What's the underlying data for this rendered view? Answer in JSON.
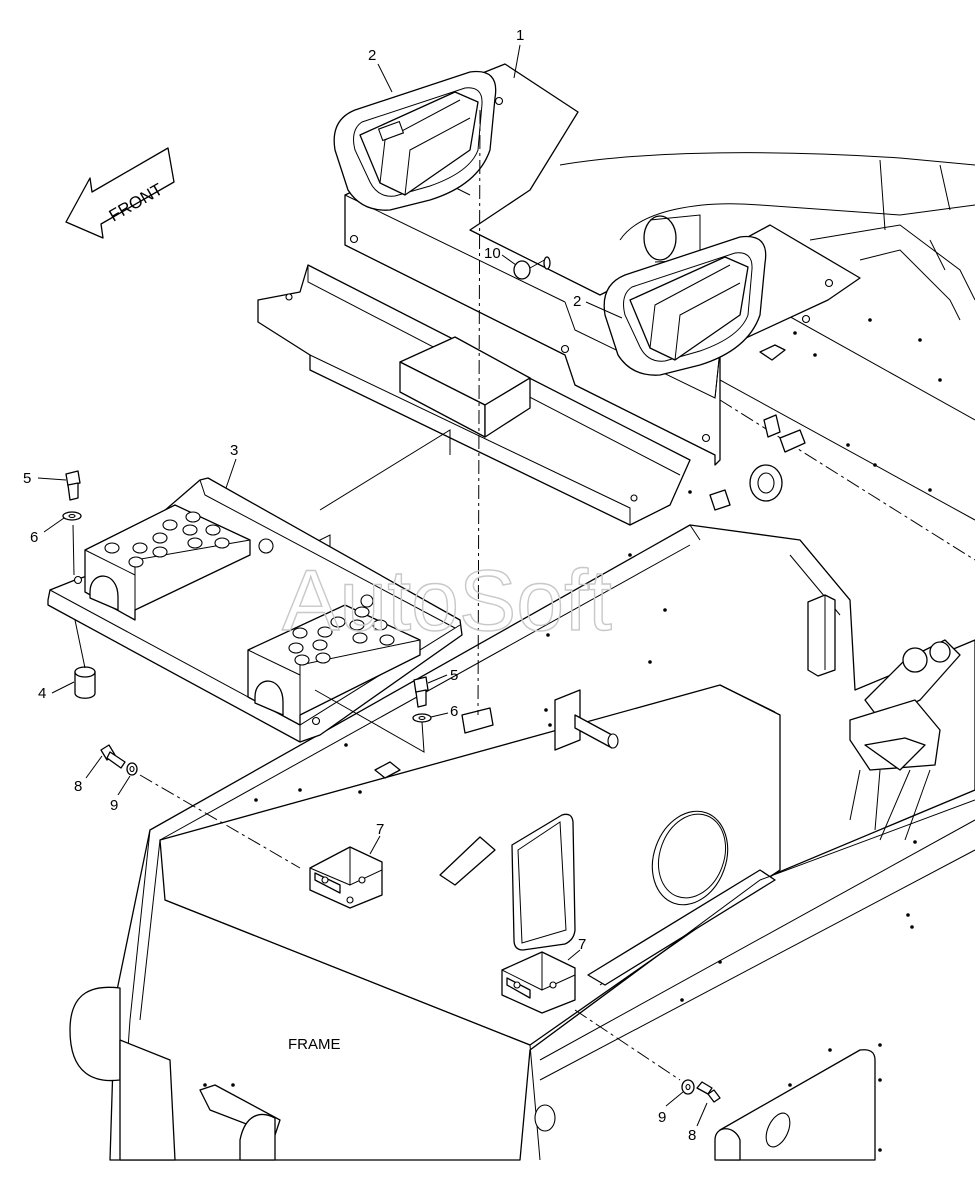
{
  "direction_label": "FRONT",
  "frame_label": "FRAME",
  "watermark": "AutoSoft",
  "callouts": [
    {
      "id": "c1",
      "text": "1"
    },
    {
      "id": "c2a",
      "text": "2"
    },
    {
      "id": "c2b",
      "text": "2"
    },
    {
      "id": "c3",
      "text": "3"
    },
    {
      "id": "c4",
      "text": "4"
    },
    {
      "id": "c5a",
      "text": "5"
    },
    {
      "id": "c5b",
      "text": "5"
    },
    {
      "id": "c6a",
      "text": "6"
    },
    {
      "id": "c6b",
      "text": "6"
    },
    {
      "id": "c7a",
      "text": "7"
    },
    {
      "id": "c7b",
      "text": "7"
    },
    {
      "id": "c8a",
      "text": "8"
    },
    {
      "id": "c8b",
      "text": "8"
    },
    {
      "id": "c9a",
      "text": "9"
    },
    {
      "id": "c9b",
      "text": "9"
    },
    {
      "id": "c10",
      "text": "10"
    }
  ]
}
